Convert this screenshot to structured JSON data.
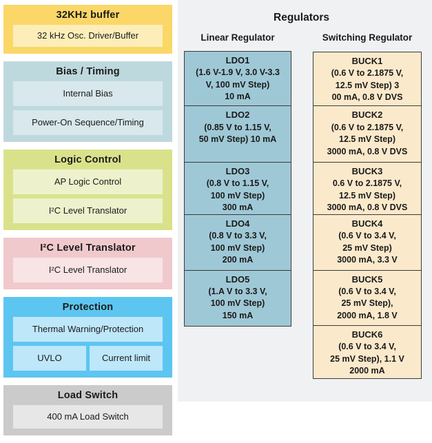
{
  "colors": {
    "text": "#1A1A1A",
    "panel": "#F0F1F2",
    "boxBorder": "#3A3A3A",
    "gold": "#FBD768",
    "goldLight": "#FDEEB9",
    "teal": "#BED9DE",
    "tealLight": "#D8E8EC",
    "green": "#D9E28B",
    "greenLight": "#EDF2CC",
    "pink": "#F0C9CD",
    "pinkLight": "#F8E3E5",
    "blue": "#5CC6F1",
    "blueLight": "#BEE7FA",
    "gray": "#CBCBCB",
    "grayLight": "#E7E7E7",
    "ldoFill": "#9FC8D6",
    "buckFill": "#FBE9CB"
  },
  "left_sections": [
    {
      "title": "32KHz buffer",
      "items": [
        {
          "label": "32 kHz Osc. Driver/Buffer"
        }
      ]
    },
    {
      "title": "Bias / Timing",
      "items": [
        {
          "label": "Internal Bias"
        },
        {
          "label": "Power-On Sequence/Timing"
        }
      ]
    },
    {
      "title": "Logic Control",
      "items": [
        {
          "label": "AP Logic Control"
        },
        {
          "label": "I²C Level Translator"
        }
      ]
    },
    {
      "title": "I²C Level Translator",
      "items": [
        {
          "label": "I²C Level Translator"
        }
      ]
    },
    {
      "title": "Protection",
      "items": [
        {
          "label": "Thermal Warning/Protection"
        }
      ],
      "row_items": [
        {
          "label": "UVLO"
        },
        {
          "label": "Current limit"
        }
      ]
    },
    {
      "title": "Load Switch",
      "items": [
        {
          "label": "400 mA Load Switch"
        }
      ]
    }
  ],
  "regulators": {
    "title": "Regulators",
    "linear": {
      "heading": "Linear Regulator",
      "items": [
        {
          "name": "LDO1",
          "lines": [
            "(1.6 V-1.9 V, 3.0 V-3.3",
            "V, 100 mV Step)",
            "10 mA"
          ]
        },
        {
          "name": "LDO2",
          "lines": [
            "(0.85 V to 1.15 V,",
            "50 mV Step) 10 mA"
          ]
        },
        {
          "name": "LDO3",
          "lines": [
            "(0.8 V to 1.15 V,",
            "100 mV Step)",
            "300 mA"
          ]
        },
        {
          "name": "LDO4",
          "lines": [
            "(0.8 V to 3.3 V,",
            "100 mV Step)",
            "200 mA"
          ]
        },
        {
          "name": "LDO5",
          "lines": [
            "(1.A V to 3.3 V,",
            "100 mV Step)",
            "150 mA"
          ]
        }
      ]
    },
    "switching": {
      "heading": "Switching Regulator",
      "items": [
        {
          "name": "BUCK1",
          "lines": [
            "(0.6 V to 2.1875 V,",
            "12.5 mV Step) 3",
            "00 mA, 0.8 V DVS"
          ]
        },
        {
          "name": "BUCK2",
          "lines": [
            "(0.6 V to 2.1875 V,",
            "12.5 mV Step)",
            "3000 mA, 0.8 V DVS"
          ]
        },
        {
          "name": "BUCK3",
          "lines": [
            "0.6 V to 2.1875 V,",
            "12.5 mV Step)",
            "3000 mA, 0.8 V DVS"
          ]
        },
        {
          "name": "BUCK4",
          "lines": [
            "(0.6 V to 3.4 V,",
            "25 mV Step)",
            "3000 mA, 3.3 V"
          ]
        },
        {
          "name": "BUCK5",
          "lines": [
            "(0.6 V to 3.4 V,",
            "25 mV Step),",
            "2000 mA, 1.8 V"
          ]
        },
        {
          "name": "BUCK6",
          "lines": [
            "(0.6 V to 3.4 V,",
            "25 mV Step), 1.1 V",
            "2000 mA"
          ]
        }
      ]
    }
  }
}
